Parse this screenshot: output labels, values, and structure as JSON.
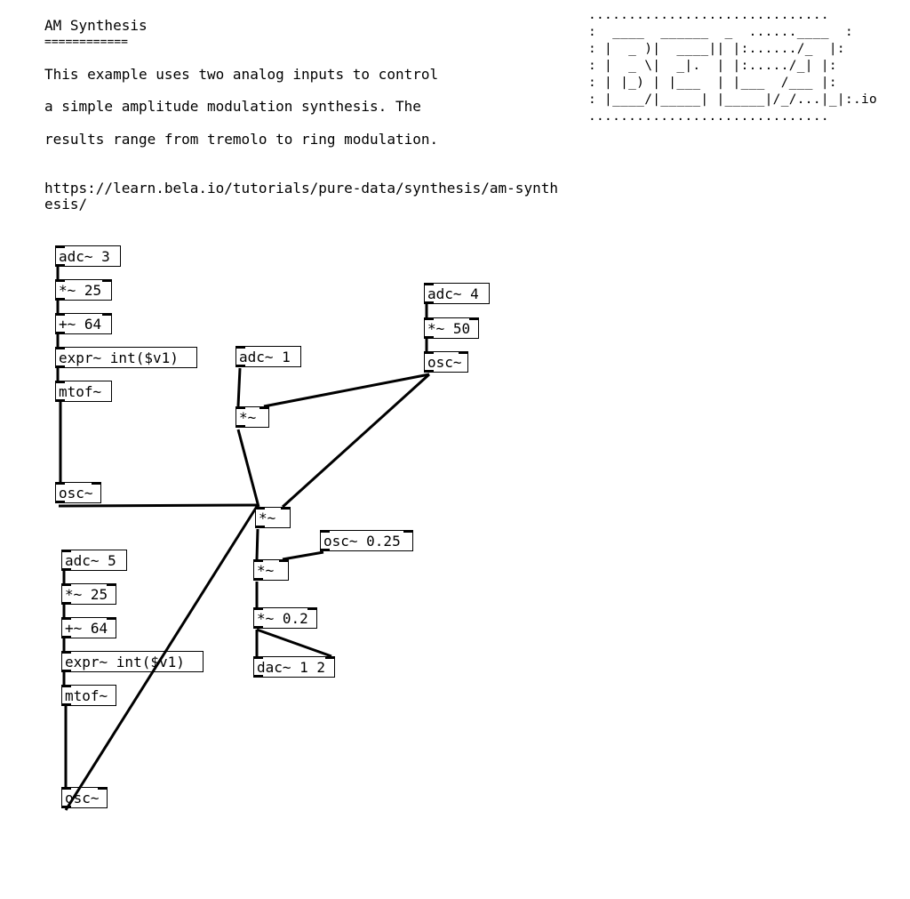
{
  "comment": {
    "title": "AM Synthesis",
    "underline": "============",
    "lines": [
      "This example uses two analog inputs to control",
      "a simple amplitude modulation synthesis. The",
      "results range from tremolo to ring modulation."
    ],
    "url": "https://learn.bela.io/tutorials/pure-data/synthesis/am-synth\nesis/"
  },
  "logo": "..............................\n:  ____  ______  _  ......____  :\n: |  _ )|  ____|| |:....../_  |:\n: |  _ \\|  _|.  | |:...../_| |:\n: | |_) | |___  | |___  /___ |:\n: |____/|_____| |_____|/_/...|_|:.io\n..............................",
  "objects": {
    "adc3": "adc~ 3",
    "mul25a": "*~ 25",
    "add64a": "+~ 64",
    "expra": "expr~ int($v1)",
    "mtofa": "mtof~",
    "osca": "osc~",
    "adc1": "adc~ 1",
    "mul1": "*~",
    "adc4": "adc~ 4",
    "mul50": "*~ 50",
    "osc4": "osc~",
    "mulmid": "*~",
    "osc025": "osc~ 0.25",
    "mul2": "*~",
    "mul02": "*~ 0.2",
    "dac": "dac~ 1 2",
    "adc5": "adc~ 5",
    "mul25b": "*~ 25",
    "add64b": "+~ 64",
    "exprb": "expr~ int($v1)",
    "mtofb": "mtof~",
    "oscb": "osc~"
  }
}
